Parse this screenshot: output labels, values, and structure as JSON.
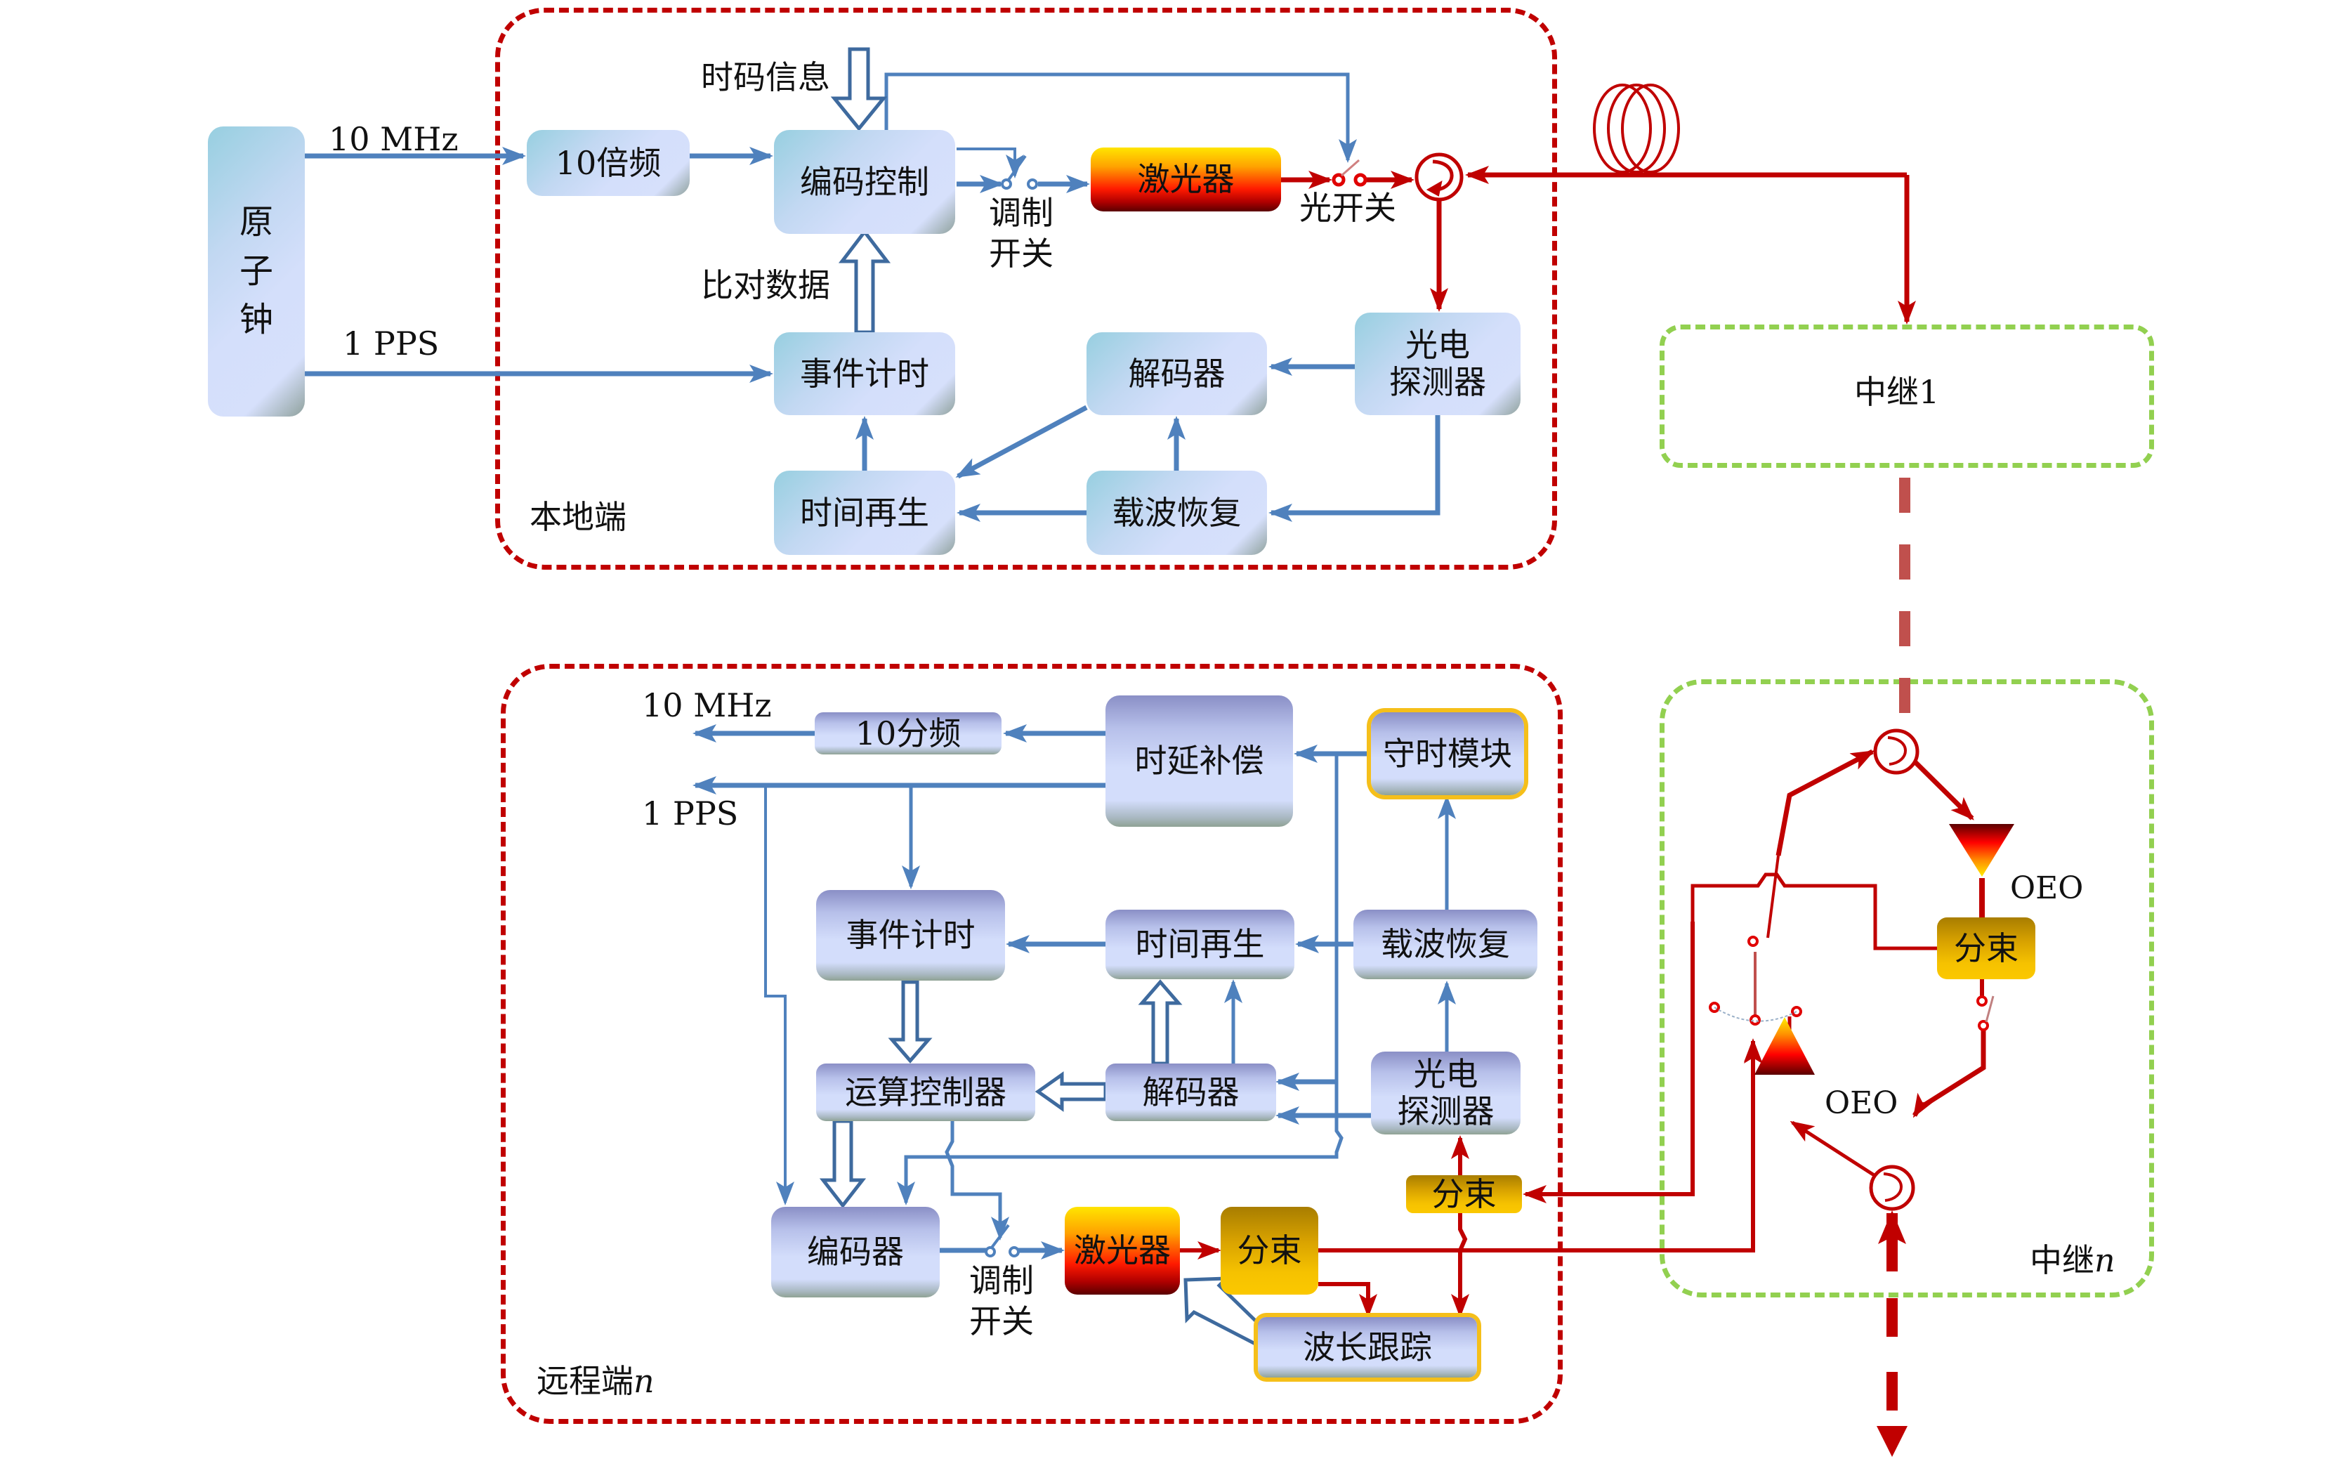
{
  "source": {
    "atomic_clock": "原\n子\n钟",
    "freq_label": "10 MHz",
    "pps_label": "1 PPS"
  },
  "local": {
    "region_label": "本地端",
    "timecode_info": "时码信息",
    "compare_data": "比对数据",
    "blocks": {
      "multiplier": "10倍频",
      "encode_control": "编码控制",
      "laser": "激光器",
      "event_timer": "事件计时",
      "decoder": "解码器",
      "photodetector": [
        "光电",
        "探测器"
      ],
      "time_regen": "时间再生",
      "carrier_recovery": "载波恢复"
    },
    "mod_switch": [
      "调制",
      "开关"
    ],
    "optical_switch": "光开关"
  },
  "repeater1": {
    "label": "中继1"
  },
  "remote": {
    "region_label": "远程端",
    "region_suffix": "n",
    "out_freq": "10 MHz",
    "out_pps": "1 PPS",
    "blocks": {
      "divider": "10分频",
      "delay_comp": "时延补偿",
      "holdover": "守时模块",
      "event_timer": "事件计时",
      "time_regen": "时间再生",
      "carrier_recovery": "载波恢复",
      "compute_control": "运算控制器",
      "decoder": "解码器",
      "photodetector": [
        "光电",
        "探测器"
      ],
      "splitter_small": "分束",
      "encoder": "编码器",
      "laser": "激光器",
      "splitter": "分束",
      "wavelength_track": "波长跟踪"
    },
    "mod_switch": [
      "调制",
      "开关"
    ]
  },
  "repeatern": {
    "label": "中继",
    "suffix": "n",
    "oeo_top": "OEO",
    "oeo_bottom": "OEO",
    "splitter": "分束"
  },
  "colors": {
    "signal_blue": "#4f81bd",
    "optical_red": "#c00000",
    "local_frame": "#c00000",
    "repeater_frame": "#92d050"
  }
}
